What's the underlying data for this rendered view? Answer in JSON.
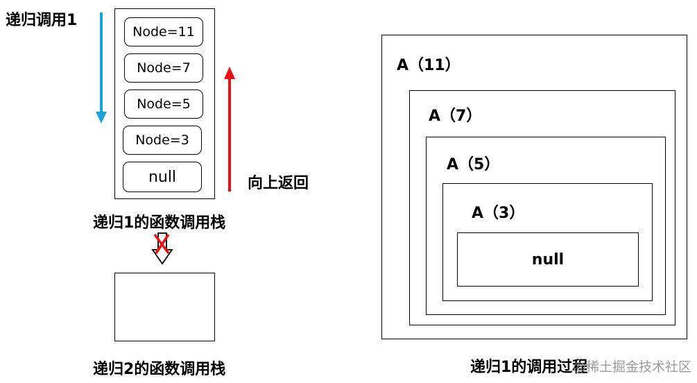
{
  "left": {
    "title": "递归调用1",
    "stack1": {
      "nodes": [
        "Node=11",
        "Node=7",
        "Node=5",
        "Node=3",
        "null"
      ],
      "caption": "递归1的函数调用栈"
    },
    "return_label": "向上返回",
    "stack2": {
      "caption": "递归2的函数调用栈"
    },
    "colors": {
      "down_arrow": "#1aa3dd",
      "up_arrow": "#e81010",
      "cross": "#e81010"
    }
  },
  "right": {
    "levels": [
      "A（11）",
      "A（7）",
      "A（5）",
      "A（3）"
    ],
    "innermost": "null",
    "caption": "递归1的调用过程",
    "watermark": "@稀土掘金技术社区"
  }
}
